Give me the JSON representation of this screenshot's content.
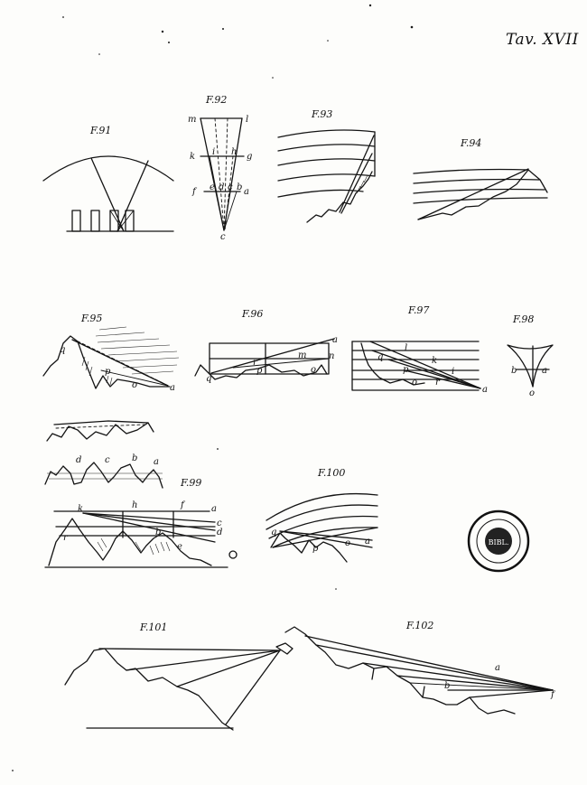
{
  "plate": {
    "title": "Tav. XVII"
  },
  "figures": [
    {
      "id": "f91",
      "label": "F.91"
    },
    {
      "id": "f92",
      "label": "F.92",
      "letters": [
        "m",
        "l",
        "k",
        "i",
        "h",
        "g",
        "f",
        "e",
        "d",
        "c",
        "b",
        "a",
        "c"
      ]
    },
    {
      "id": "f93",
      "label": "F.93"
    },
    {
      "id": "f94",
      "label": "F.94"
    },
    {
      "id": "f95",
      "label": "F.95",
      "letters": [
        "q",
        "p",
        "o",
        "a"
      ]
    },
    {
      "id": "f96",
      "label": "F.96",
      "letters": [
        "a",
        "n",
        "m",
        "r",
        "p",
        "q",
        "o"
      ]
    },
    {
      "id": "f97",
      "label": "F.97",
      "letters": [
        "q",
        "l",
        "k",
        "i",
        "p",
        "o",
        "r",
        "a"
      ]
    },
    {
      "id": "f98",
      "label": "F.98",
      "letters": [
        "b",
        "a",
        "o"
      ]
    },
    {
      "id": "f99",
      "label": "F.99",
      "letters": [
        "k",
        "h",
        "f",
        "a",
        "c",
        "d",
        "r",
        "e",
        "b",
        "d",
        "c",
        "b",
        "a"
      ]
    },
    {
      "id": "f100",
      "label": "F.100",
      "letters": [
        "q",
        "p",
        "o",
        "a"
      ]
    },
    {
      "id": "f101",
      "label": "F.101"
    },
    {
      "id": "f102",
      "label": "F.102",
      "letters": [
        "a",
        "b",
        "f"
      ]
    }
  ],
  "stamp": {
    "text": "BIBL."
  }
}
